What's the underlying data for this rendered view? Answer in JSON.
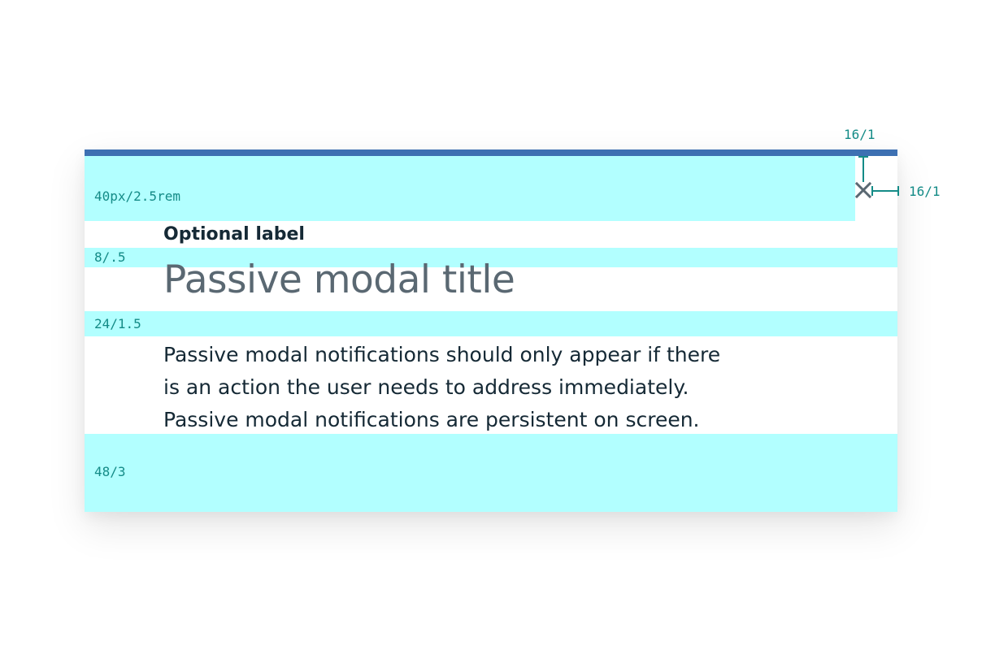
{
  "modal": {
    "optional_label": "Optional label",
    "title": "Passive modal title",
    "body_lines": [
      "Passive modal notifications should only appear if there",
      "is an action the user needs to address immediately.",
      "Passive modal notifications are persistent on screen."
    ],
    "close_icon": "close-icon"
  },
  "annotations": {
    "header_spacing": "40px/2.5rem",
    "label_title_spacing": "8/.5",
    "title_body_spacing": "24/1.5",
    "bottom_spacing": "48/3",
    "close_top": "16/1",
    "close_right": "16/1"
  },
  "colors": {
    "top_bar": "#3d70b2",
    "spacer_highlight": "#b2ffff",
    "annotation_text": "#148b87",
    "title_text": "#5a6872",
    "body_text": "#152935"
  }
}
